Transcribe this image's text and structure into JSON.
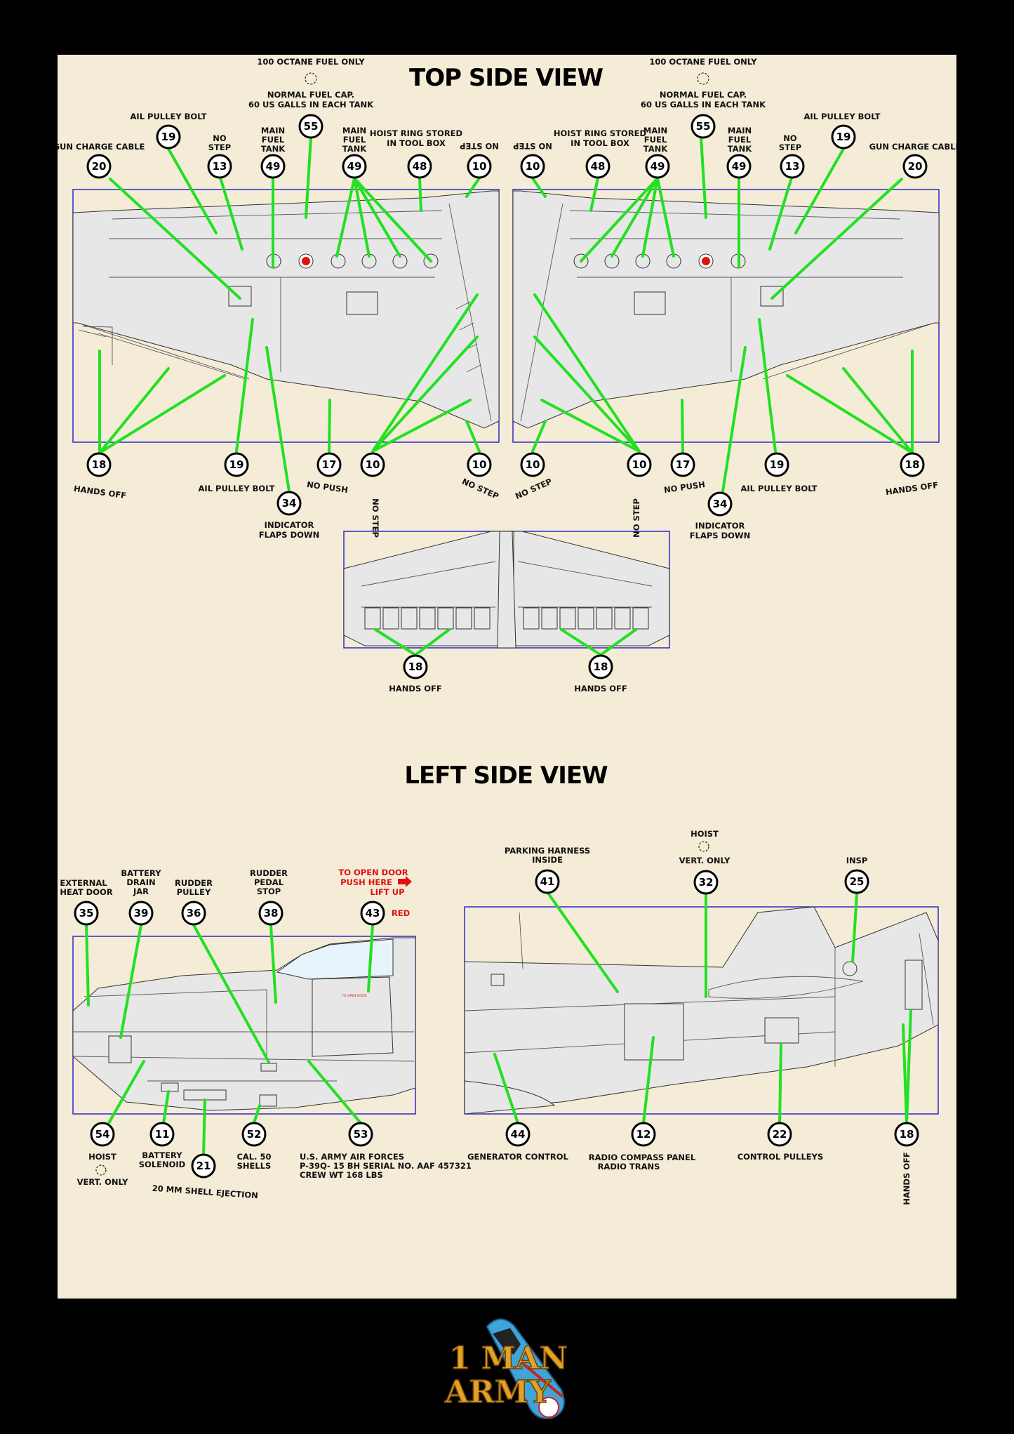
{
  "titles": {
    "top": "TOP SIDE VIEW",
    "left": "LEFT SIDE VIEW"
  },
  "top_left": {
    "fuel_only": "100 OCTANE FUEL ONLY",
    "fuel_cap": [
      "NORMAL FUEL CAP.",
      "60 US GALLS IN EACH TANK"
    ],
    "gun_charge": "GUN CHARGE CABLE",
    "ail_pulley": "AIL PULLEY BOLT",
    "no_step_13": [
      "NO",
      "STEP"
    ],
    "main_fuel_tank": [
      "MAIN",
      "FUEL",
      "TANK"
    ],
    "hoist_ring": [
      "HOIST RING STORED",
      "IN TOOL BOX"
    ],
    "no_step": "NO STEP",
    "hands_off": "HANDS OFF",
    "ail_pulley_bottom": "AIL PULLEY BOLT",
    "no_push": "NO PUSH",
    "indicator": [
      "INDICATOR",
      "FLAPS DOWN"
    ]
  },
  "top_right": {
    "fuel_only": "100 OCTANE FUEL ONLY",
    "fuel_cap": [
      "NORMAL FUEL CAP.",
      "60 US GALLS IN EACH TANK"
    ],
    "gun_charge": "GUN CHARGE CABLE",
    "ail_pulley": "AIL PULLEY BOLT",
    "no_step_13": [
      "NO",
      "STEP"
    ],
    "main_fuel_tank": [
      "MAIN",
      "FUEL",
      "TANK"
    ],
    "hoist_ring": [
      "HOIST RING STORED",
      "IN TOOL BOX"
    ],
    "no_step": "NO STEP",
    "hands_off": "HANDS OFF",
    "ail_pulley_bottom": "AIL PULLEY BOLT",
    "no_push": "NO PUSH",
    "indicator": [
      "INDICATOR",
      "FLAPS DOWN"
    ]
  },
  "top_callouts": {
    "left": [
      "20",
      "19",
      "13",
      "49",
      "55",
      "49",
      "48",
      "10",
      "18",
      "19",
      "17",
      "10",
      "10",
      "34"
    ],
    "right": [
      "10",
      "48",
      "49",
      "55",
      "49",
      "13",
      "19",
      "20",
      "10",
      "10",
      "17",
      "19",
      "18",
      "34"
    ]
  },
  "under": {
    "callouts": [
      "18",
      "18"
    ],
    "hands_off": "HANDS OFF"
  },
  "side_left": {
    "labels": {
      "ext_heat_door": [
        "EXTERNAL",
        "HEAT DOOR"
      ],
      "battery_drain": [
        "BATTERY",
        "DRAIN",
        "JAR"
      ],
      "rudder_pulley": [
        "RUDDER",
        "PULLEY"
      ],
      "rudder_pedal": [
        "RUDDER",
        "PEDAL",
        "STOP"
      ],
      "open_door": [
        "TO OPEN DOOR",
        "PUSH HERE",
        "LIFT UP"
      ],
      "red": "RED",
      "hoist": "HOIST",
      "vert_only": "VERT. ONLY",
      "battery_solenoid": [
        "BATTERY",
        "SOLENOID"
      ],
      "shell_ejection": "20 MM SHELL EJECTION",
      "cal50": [
        "CAL. 50",
        "SHELLS"
      ],
      "usaaf": [
        "U.S. ARMY AIR FORCES",
        "P-39Q- 15 BH SERIAL NO. AAF 457321",
        "CREW WT   168 LBS"
      ]
    },
    "callouts": [
      "35",
      "39",
      "36",
      "38",
      "43",
      "54",
      "11",
      "21",
      "52",
      "53"
    ]
  },
  "side_right": {
    "labels": {
      "parking": [
        "PARKING HARNESS",
        "INSIDE"
      ],
      "hoist": "HOIST",
      "vert_only": "VERT. ONLY",
      "insp": "INSP",
      "generator": "GENERATOR CONTROL",
      "radio": [
        "RADIO COMPASS PANEL",
        "RADIO TRANS"
      ],
      "control_pulleys": "CONTROL PULLEYS",
      "hands_off": "HANDS OFF"
    },
    "callouts": [
      "41",
      "32",
      "25",
      "44",
      "12",
      "22",
      "18"
    ]
  },
  "logo": {
    "line1": "1 MAN",
    "line2": "ARMY"
  },
  "colors": {
    "background": "#000000",
    "sheet": "#f4ecd6",
    "leader": "#22e022",
    "frame": "#2a2ac8",
    "warning": "#e01010"
  }
}
